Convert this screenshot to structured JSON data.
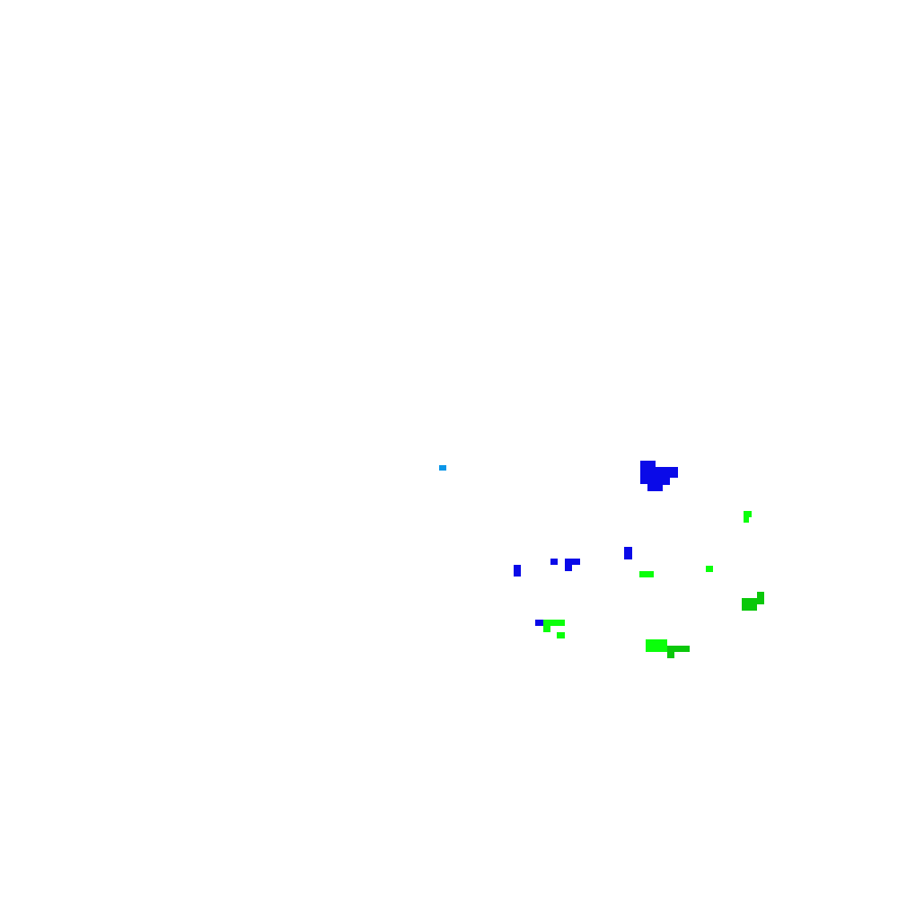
{
  "colors": {
    "background": "#ffffff",
    "blue": "#0a0ae8",
    "light_blue": "#0a96e8",
    "bright_green": "#0aff0a",
    "dark_green": "#0ac80a"
  },
  "clusters": [
    {
      "name": "light-blue-cell-cluster",
      "color": "light_blue"
    },
    {
      "name": "blue-blob-upper-right",
      "color": "blue"
    },
    {
      "name": "green-cell-upper-right",
      "color": "bright_green"
    },
    {
      "name": "blue-cell-cluster-middle",
      "color": "blue"
    },
    {
      "name": "green-cell-cluster-middle",
      "color": "bright_green"
    },
    {
      "name": "dark-green-cell-cluster-right",
      "color": "dark_green"
    },
    {
      "name": "mixed-cell-cluster-lower-left",
      "color": "bright_green"
    },
    {
      "name": "green-cell-cluster-bottom",
      "color": "bright_green"
    }
  ]
}
